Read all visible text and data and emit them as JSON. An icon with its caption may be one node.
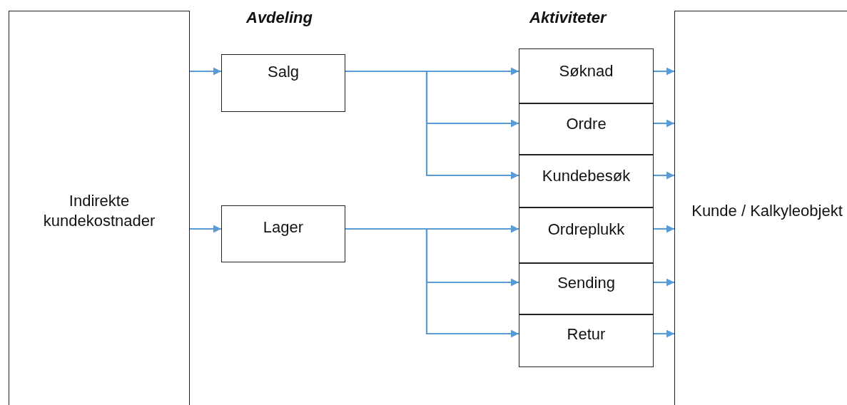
{
  "diagram": {
    "nodes": [
      {
        "text": [
          "Indirekte kundekostnader"
        ]
      },
      {
        "text": [
          "Salg"
        ]
      },
      {
        "text": [
          "Lager"
        ]
      },
      {
        "text": [
          "Søknad"
        ]
      },
      {
        "text": [
          "Ordre"
        ]
      },
      {
        "text": [
          "Kundebesøk"
        ]
      },
      {
        "text": [
          "Ordreplukk"
        ]
      },
      {
        "text": [
          "Sending"
        ]
      },
      {
        "text": [
          "Retur"
        ]
      },
      {
        "text": [
          "Kunde / Kalkyleobjekt"
        ]
      }
    ],
    "edges": [
      {
        "from": 0,
        "to": 1,
        "arrow": "to"
      },
      {
        "from": 0,
        "to": 2,
        "arrow": "to"
      },
      {
        "from": 1,
        "to": 3,
        "arrow": "to"
      },
      {
        "from": 1,
        "to": 4,
        "arrow": "to"
      },
      {
        "from": 1,
        "to": 5,
        "arrow": "to"
      },
      {
        "from": 2,
        "to": 6,
        "arrow": "to"
      },
      {
        "from": 2,
        "to": 7,
        "arrow": "to"
      },
      {
        "from": 2,
        "to": 8,
        "arrow": "to"
      },
      {
        "from": 3,
        "to": 9,
        "arrow": "to"
      },
      {
        "from": 4,
        "to": 9,
        "arrow": "to"
      },
      {
        "from": 5,
        "to": 9,
        "arrow": "to"
      },
      {
        "from": 6,
        "to": 9,
        "arrow": "to"
      },
      {
        "from": 7,
        "to": 9,
        "arrow": "to"
      },
      {
        "from": 8,
        "to": 9,
        "arrow": "to"
      }
    ],
    "labels": [
      "Avdeling",
      "Aktiviteter"
    ]
  }
}
